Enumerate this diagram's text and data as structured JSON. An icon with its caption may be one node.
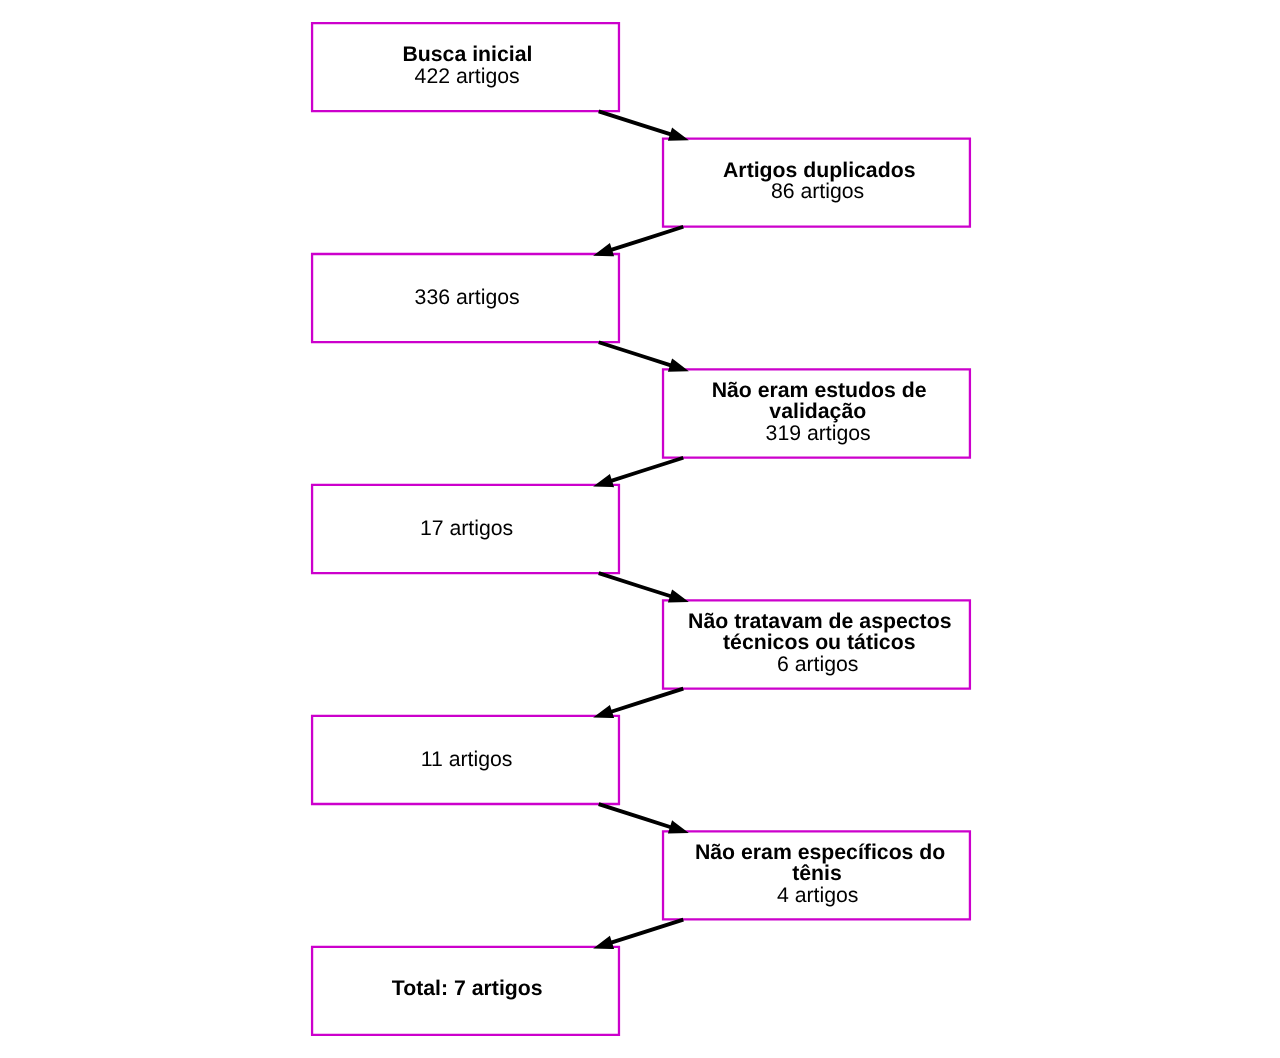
{
  "diagram": {
    "nodes": [
      {
        "text": [
          "Busca inicial",
          "422 artigos"
        ]
      },
      {
        "text": [
          "Artigos duplicados",
          "86 artigos"
        ]
      },
      {
        "text": [
          "336 artigos"
        ]
      },
      {
        "text": [
          "Não eram estudos de validação",
          "319 artigos"
        ]
      },
      {
        "text": [
          "17 artigos"
        ]
      },
      {
        "text": [
          "Não tratavam de aspectos técnicos ou táticos",
          "6 artigos"
        ]
      },
      {
        "text": [
          "11 artigos"
        ]
      },
      {
        "text": [
          "Não eram específicos do tênis",
          "4 artigos"
        ]
      },
      {
        "text": [
          "Total: 7 artigos"
        ]
      }
    ],
    "edges": [
      {
        "from": 0,
        "to": 1,
        "arrow": "to"
      },
      {
        "from": 1,
        "to": 2,
        "arrow": "to"
      },
      {
        "from": 2,
        "to": 3,
        "arrow": "to"
      },
      {
        "from": 3,
        "to": 4,
        "arrow": "to"
      },
      {
        "from": 4,
        "to": 5,
        "arrow": "to"
      },
      {
        "from": 5,
        "to": 6,
        "arrow": "to"
      },
      {
        "from": 6,
        "to": 7,
        "arrow": "to"
      },
      {
        "from": 7,
        "to": 8,
        "arrow": "to"
      }
    ]
  }
}
